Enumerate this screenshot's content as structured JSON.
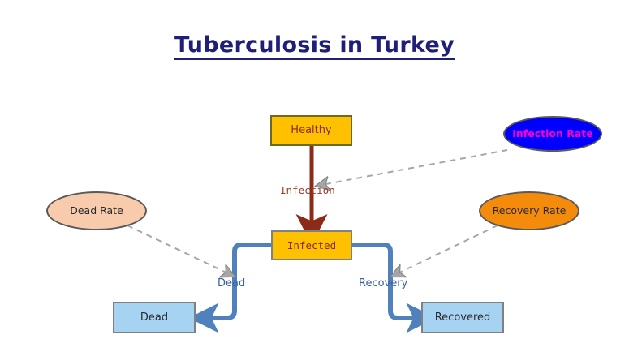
{
  "title": "Tuberculosis in Turkey",
  "diagram": {
    "type": "stock-and-flow",
    "stocks": [
      {
        "id": "healthy",
        "label": "Healthy",
        "shape": "rectangle",
        "fill": "#FFC000",
        "stroke": "#6B6B1F",
        "text_color": "#8C2B17"
      },
      {
        "id": "infected",
        "label": "Infected",
        "shape": "rectangle",
        "fill": "#FFC000",
        "stroke": "#808080",
        "text_color": "#8C2B17"
      },
      {
        "id": "dead",
        "label": "Dead",
        "shape": "rectangle",
        "fill": "#A7D3F3",
        "stroke": "#808080",
        "text_color": "#2B2B2B"
      },
      {
        "id": "recovered",
        "label": "Recovered",
        "shape": "rectangle",
        "fill": "#A7D3F3",
        "stroke": "#808080",
        "text_color": "#2B2B2B"
      }
    ],
    "parameters": [
      {
        "id": "infection_rate",
        "label": "Infection Rate",
        "shape": "ellipse",
        "fill": "#0000FF",
        "stroke": "#595959",
        "text_color": "#FF00C8"
      },
      {
        "id": "dead_rate",
        "label": "Dead Rate",
        "shape": "ellipse",
        "fill": "#F8CBAD",
        "stroke": "#595959",
        "text_color": "#2B2B2B"
      },
      {
        "id": "recovery_rate",
        "label": "Recovery Rate",
        "shape": "ellipse",
        "fill": "#F58B0B",
        "stroke": "#595959",
        "text_color": "#2B2B2B"
      }
    ],
    "flows": [
      {
        "id": "infection",
        "label": "Infection",
        "from": "healthy",
        "to": "infected",
        "color": "#8C2B17"
      },
      {
        "id": "dead",
        "label": "Dead",
        "from": "infected",
        "to": "dead",
        "color": "#4F81BD"
      },
      {
        "id": "recovery",
        "label": "Recovery",
        "from": "infected",
        "to": "recovered",
        "color": "#4F81BD"
      }
    ],
    "influences": [
      {
        "from": "infection_rate",
        "to": "infection",
        "style": "dashed",
        "color": "#A6A6A6"
      },
      {
        "from": "dead_rate",
        "to": "dead",
        "style": "dashed",
        "color": "#A6A6A6"
      },
      {
        "from": "recovery_rate",
        "to": "recovery",
        "style": "dashed",
        "color": "#A6A6A6"
      }
    ]
  },
  "colors": {
    "title": "#1F1F7A",
    "stock_gold": "#FFC000",
    "stock_blue": "#A7D3F3",
    "flow_blue": "#4F81BD",
    "flow_brown": "#8C2B17",
    "influence_gray": "#A6A6A6",
    "background": "#FFFFFF"
  }
}
